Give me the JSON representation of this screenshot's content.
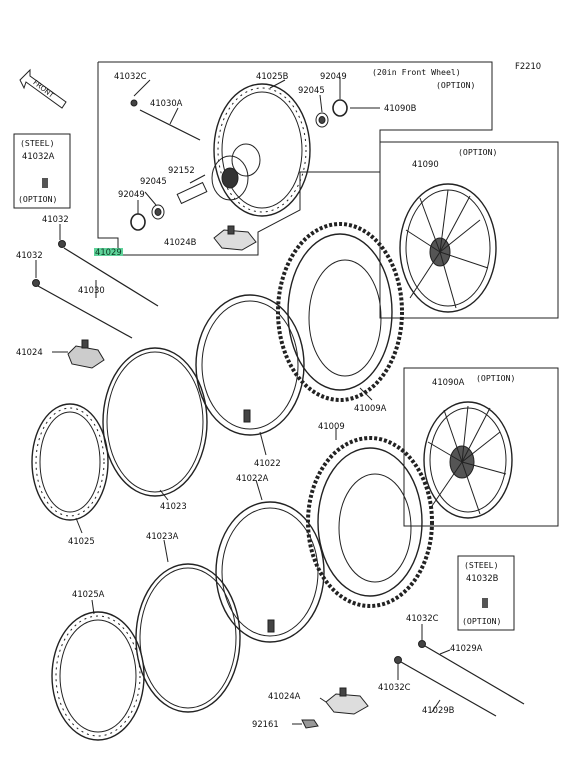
{
  "figure_code": "F2210",
  "front_arrow_label": "FRONT",
  "front_wheel_group": {
    "title": "(20in Front Wheel)",
    "note": "(OPTION)"
  },
  "steel_box_a": {
    "title": "(STEEL)",
    "part": "41032A",
    "note": "(OPTION)"
  },
  "steel_box_b": {
    "title": "(STEEL)",
    "part": "41032B",
    "note": "(OPTION)"
  },
  "wheel_41090": {
    "part": "41090",
    "note": "(OPTION)"
  },
  "wheel_41090A": {
    "part": "41090A",
    "note": "(OPTION)"
  },
  "parts": {
    "p41032C_top": "41032C",
    "p41025B": "41025B",
    "p92049_top": "92049",
    "p92045_top": "92045",
    "p41090B": "41090B",
    "p41030A": "41030A",
    "p92152": "92152",
    "p92045_mid": "92045",
    "p92049_mid": "92049",
    "p41024B": "41024B",
    "p41032_a": "41032",
    "p41029": "41029",
    "p41032_b": "41032",
    "p41030": "41030",
    "p41024": "41024",
    "p41009A": "41009A",
    "p41009": "41009",
    "p41022": "41022",
    "p41022A": "41022A",
    "p41023": "41023",
    "p41023A": "41023A",
    "p41025": "41025",
    "p41025A": "41025A",
    "p41032C_r": "41032C",
    "p41029A": "41029A",
    "p41032C_b": "41032C",
    "p41029B": "41029B",
    "p41024A": "41024A",
    "p92161": "92161"
  },
  "highlight_color": "#5fd39a"
}
